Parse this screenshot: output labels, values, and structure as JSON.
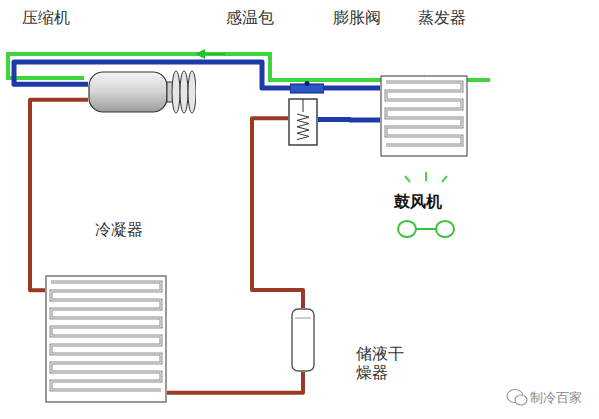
{
  "diagram": {
    "nodes": [
      {
        "text": [
          "压缩机"
        ]
      },
      {
        "text": [
          "感温包"
        ]
      },
      {
        "text": [
          "膨胀阀"
        ]
      },
      {
        "text": [
          "蒸发器"
        ]
      },
      {
        "text": [
          "鼓风机"
        ]
      },
      {
        "text": [
          "冷凝器"
        ]
      },
      {
        "text": [
          "储液干燥器"
        ]
      }
    ],
    "edges": [
      {
        "from": 0,
        "to": 5,
        "arrow": "none"
      },
      {
        "from": 5,
        "to": 6,
        "arrow": "none"
      },
      {
        "from": 6,
        "to": 2,
        "arrow": "none"
      },
      {
        "from": 2,
        "to": 3,
        "arrow": "none"
      },
      {
        "from": 3,
        "to": 0,
        "arrow": "none"
      }
    ],
    "labels": [
      "制冷百家"
    ]
  }
}
